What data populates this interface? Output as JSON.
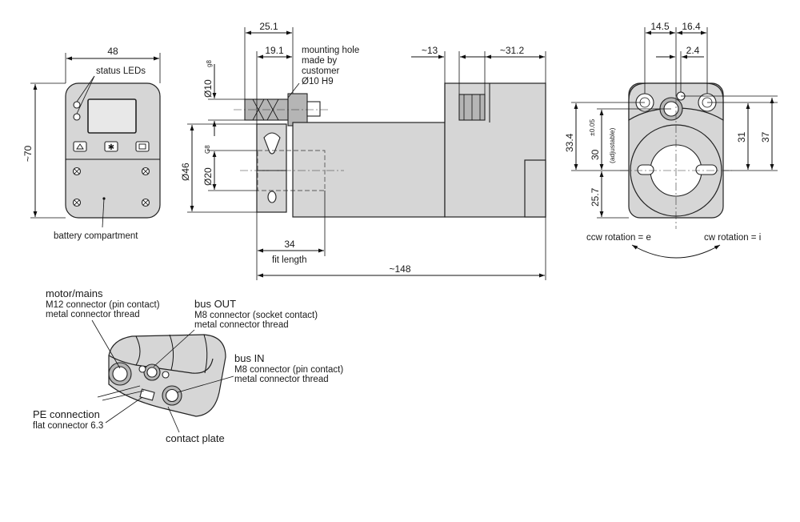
{
  "front_view": {
    "width_dim": "48",
    "height_dim": "~70",
    "status_leds_label": "status LEDs",
    "battery_label": "battery compartment"
  },
  "side_view": {
    "dim_25_1": "25.1",
    "dim_19_1": "19.1",
    "mounting_hole_lines": [
      "mounting hole",
      "made by",
      "customer",
      "Ø10 H9"
    ],
    "dim_shaft_d10": "Ø10",
    "dim_shaft_d10_tol": "g8",
    "dim_d46": "Ø46",
    "dim_d20": "Ø20",
    "dim_d20_tol": "G8",
    "dim_13": "~13",
    "dim_31_2": "~31.2",
    "dim_34": "34",
    "fit_length_label": "fit length",
    "dim_148": "~148"
  },
  "end_view": {
    "dim_14_5": "14.5",
    "dim_16_4": "16.4",
    "dim_2_4": "2.4",
    "dim_33_4": "33.4",
    "dim_30": "30",
    "dim_30_tol": "±0.05",
    "dim_30_note": "(adjustable)",
    "dim_25_7": "25.7",
    "dim_31": "31",
    "dim_37": "37",
    "ccw_label": "ccw rotation = e",
    "cw_label": "cw rotation = i"
  },
  "connector_view": {
    "motor_title": "motor/mains",
    "motor_line1": "M12 connector (pin contact)",
    "motor_line2": "metal connector thread",
    "bus_out_title": "bus OUT",
    "bus_out_line1": "M8 connector (socket contact)",
    "bus_out_line2": "metal connector thread",
    "bus_in_title": "bus IN",
    "bus_in_line1": "M8 connector (pin contact)",
    "bus_in_line2": "metal connector thread",
    "pe_title": "PE connection",
    "pe_line1": "flat connector 6.3",
    "contact_plate_label": "contact plate"
  }
}
